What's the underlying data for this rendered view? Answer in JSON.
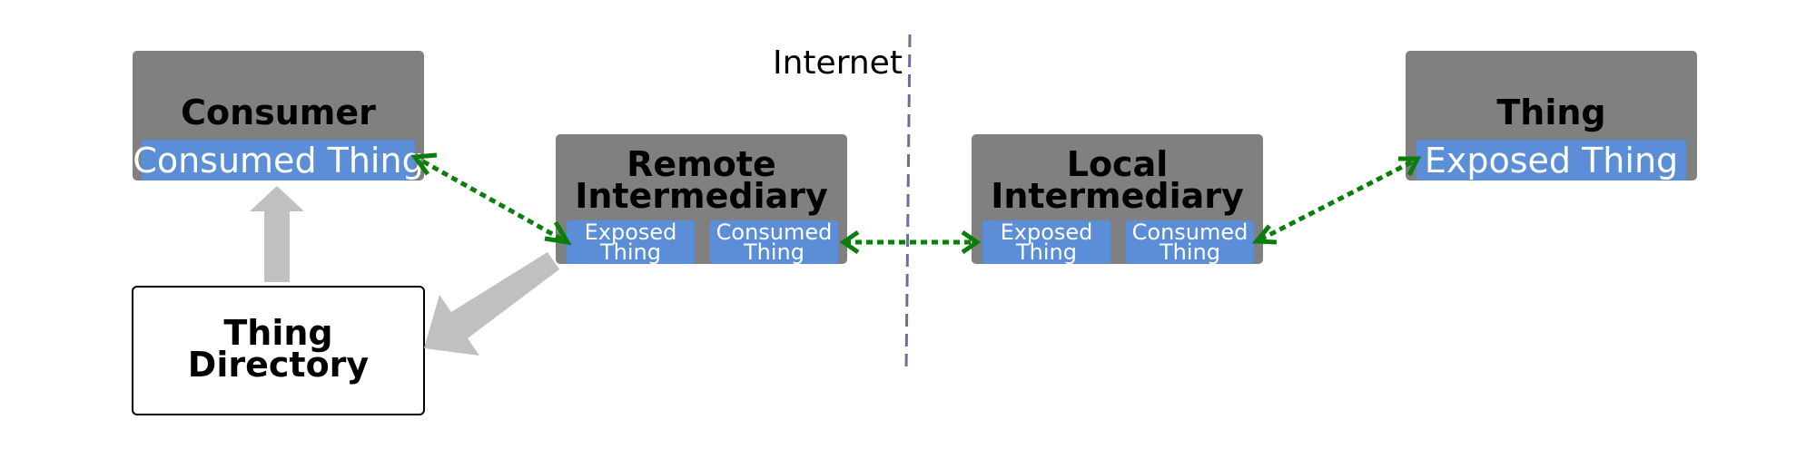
{
  "consumer": {
    "title": "Consumer",
    "inner": "Consumed Thing"
  },
  "remote_intermediary": {
    "title_line1": "Remote",
    "title_line2": "Intermediary",
    "left_line1": "Exposed",
    "left_line2": "Thing",
    "right_line1": "Consumed",
    "right_line2": "Thing"
  },
  "local_intermediary": {
    "title_line1": "Local",
    "title_line2": "Intermediary",
    "left_line1": "Exposed",
    "left_line2": "Thing",
    "right_line1": "Consumed",
    "right_line2": "Thing"
  },
  "thing": {
    "title": "Thing",
    "inner": "Exposed Thing"
  },
  "thing_directory": {
    "line1": "Thing",
    "line2": "Directory"
  },
  "internet_label": "Internet",
  "colors": {
    "box": "#808080",
    "inner": "#5b8ed6",
    "link": "#0a7d0a",
    "block_arrow": "#c0c0c0",
    "divider": "#6b6f94"
  }
}
